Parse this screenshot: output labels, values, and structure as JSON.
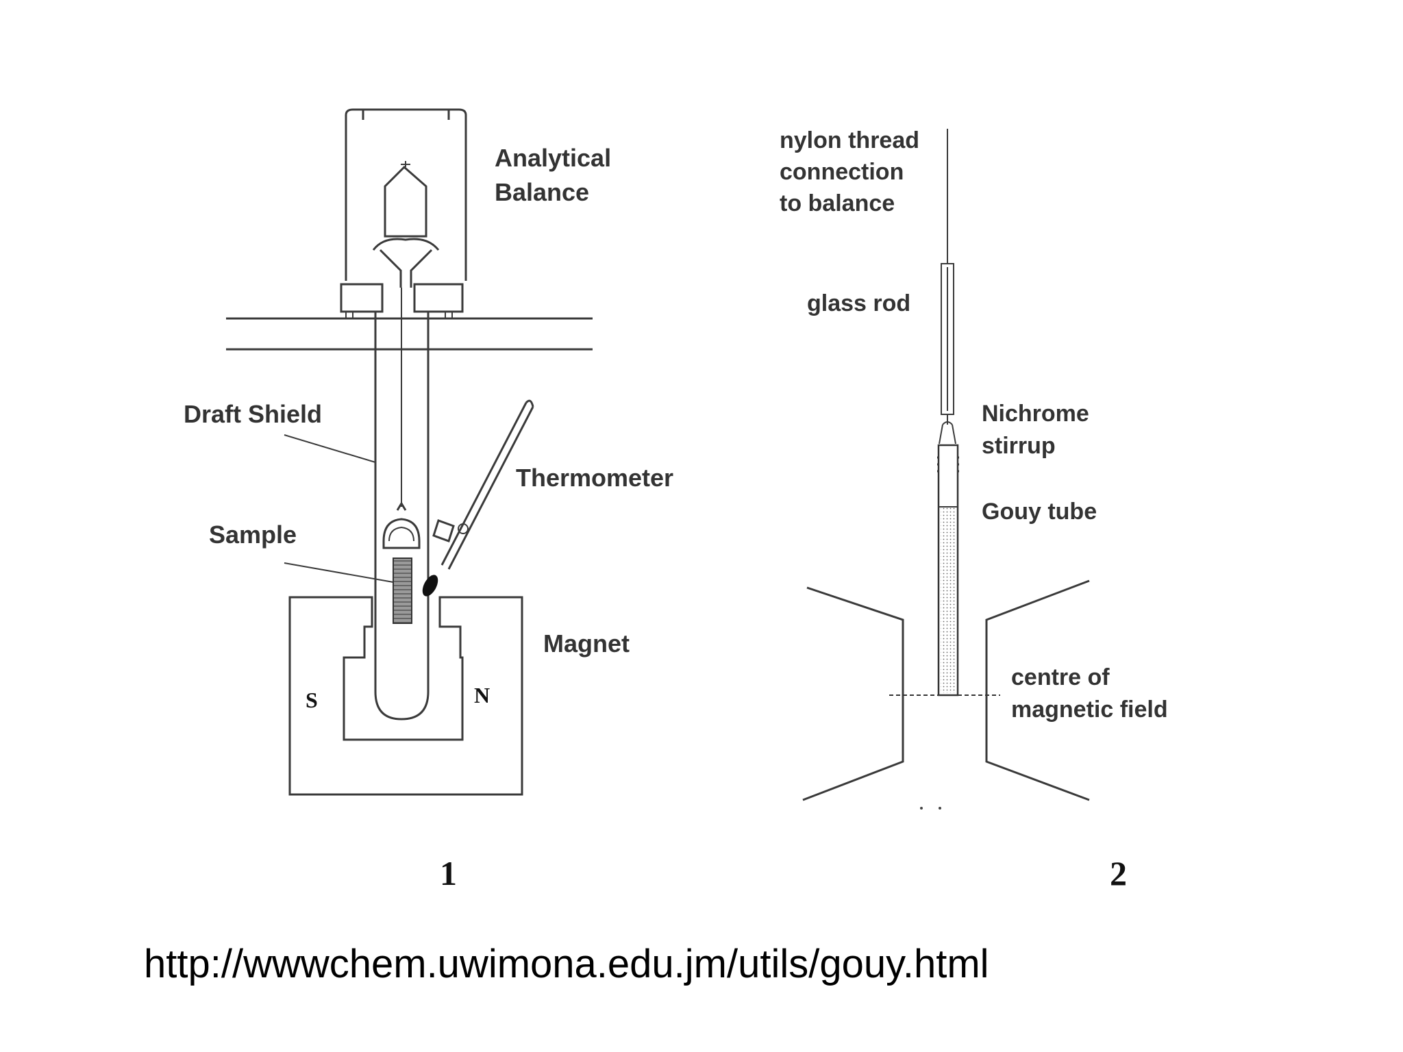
{
  "figure1": {
    "number": "1",
    "labels": {
      "analytical_balance": [
        "Analytical",
        "Balance"
      ],
      "draft_shield": "Draft Shield",
      "thermometer": "Thermometer",
      "sample": "Sample",
      "magnet": "Magnet",
      "pole_s": "S",
      "pole_n": "N"
    }
  },
  "figure2": {
    "number": "2",
    "labels": {
      "nylon_thread": [
        "nylon thread",
        "connection",
        "to balance"
      ],
      "glass_rod": "glass rod",
      "nichrome_stirrup": [
        "Nichrome",
        "stirrup"
      ],
      "gouy_tube": "Gouy tube",
      "centre_field": [
        "centre of",
        "magnetic field"
      ]
    }
  },
  "source_url": "http://wwwchem.uwimona.edu.jm/utils/gouy.html"
}
